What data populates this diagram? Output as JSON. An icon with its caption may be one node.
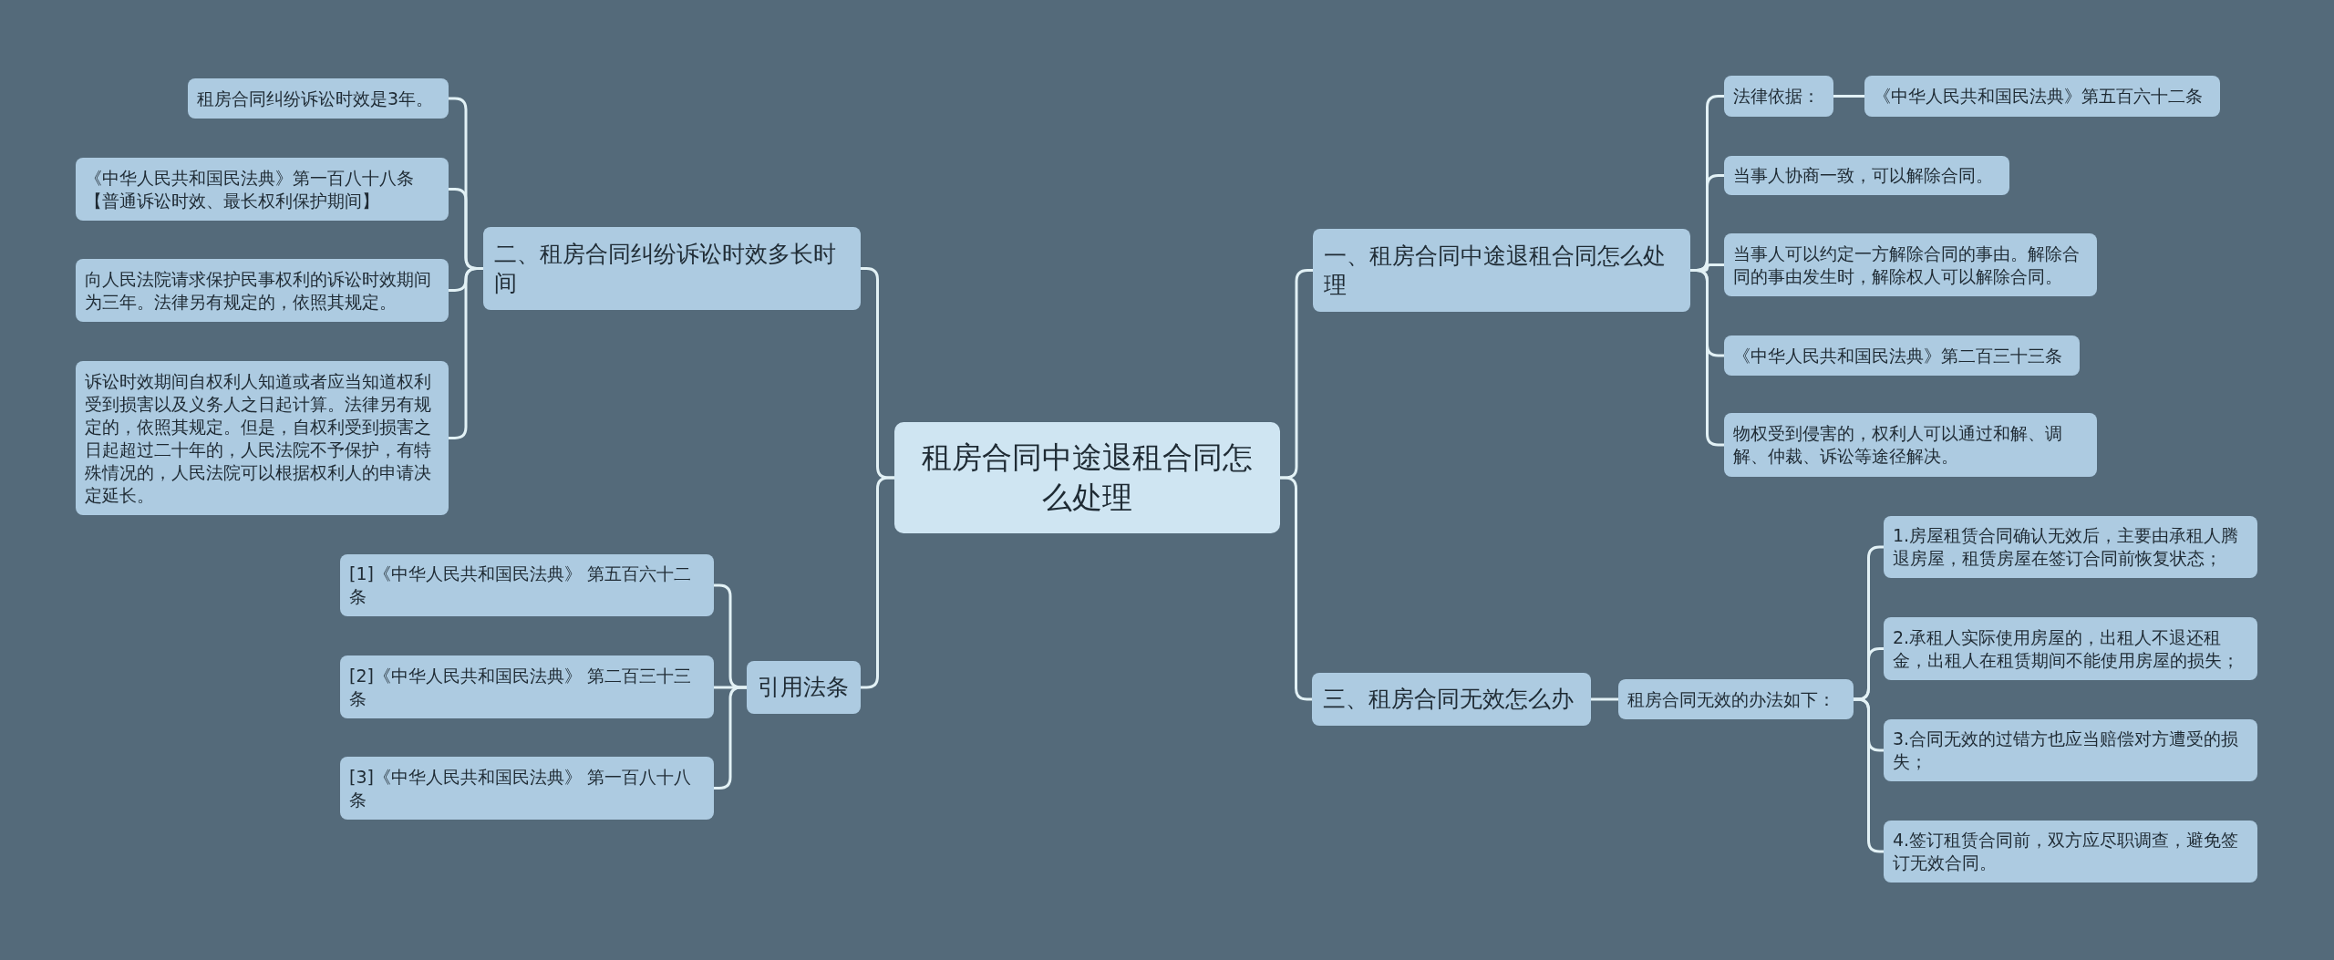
{
  "diagram": {
    "nodes": [
      {
        "text": [
          "租房合同中途退租合同怎么处理"
        ]
      },
      {
        "text": [
          "一、租房合同中途退租合同怎么处理"
        ]
      },
      {
        "text": [
          "法律依据："
        ]
      },
      {
        "text": [
          "《中华人民共和国民法典》第五百六十二条"
        ]
      },
      {
        "text": [
          "当事人协商一致，可以解除合同。"
        ]
      },
      {
        "text": [
          "当事人可以约定一方解除合同的事由。解除合同的事由发生时，解除权人可以解除合同。"
        ]
      },
      {
        "text": [
          "《中华人民共和国民法典》第二百三十三条"
        ]
      },
      {
        "text": [
          "物权受到侵害的，权利人可以通过和解、调解、仲裁、诉讼等途径解决。"
        ]
      },
      {
        "text": [
          "二、租房合同纠纷诉讼时效多长时间"
        ]
      },
      {
        "text": [
          "租房合同纠纷诉讼时效是3年。"
        ]
      },
      {
        "text": [
          "《中华人民共和国民法典》第一百八十八条【普通诉讼时效、最长权利保护期间】"
        ]
      },
      {
        "text": [
          "向人民法院请求保护民事权利的诉讼时效期间为三年。法律另有规定的，依照其规定。"
        ]
      },
      {
        "text": [
          "诉讼时效期间自权利人知道或者应当知道权利受到损害以及义务人之日起计算。法律另有规定的，依照其规定。但是，自权利受到损害之日起超过二十年的，人民法院不予保护，有特殊情况的，人民法院可以根据权利人的申请决定延长。"
        ]
      },
      {
        "text": [
          "三、租房合同无效怎么办"
        ]
      },
      {
        "text": [
          "租房合同无效的办法如下："
        ]
      },
      {
        "text": [
          "1.房屋租赁合同确认无效后，主要由承租人腾退房屋，租赁房屋在签订合同前恢复状态；"
        ]
      },
      {
        "text": [
          "2.承租人实际使用房屋的，出租人不退还租金，出租人在租赁期间不能使用房屋的损失；"
        ]
      },
      {
        "text": [
          "3.合同无效的过错方也应当赔偿对方遭受的损失；"
        ]
      },
      {
        "text": [
          "4.签订租赁合同前，双方应尽职调查，避免签订无效合同。"
        ]
      },
      {
        "text": [
          "引用法条"
        ]
      },
      {
        "text": [
          "[1]《中华人民共和国民法典》 第五百六十二条"
        ]
      },
      {
        "text": [
          "[2]《中华人民共和国民法典》 第二百三十三条"
        ]
      },
      {
        "text": [
          "[3]《中华人民共和国民法典》 第一百八十八条"
        ]
      }
    ],
    "edges": [
      {
        "from": 0,
        "to": 1,
        "arrow": "none"
      },
      {
        "from": 1,
        "to": 2,
        "arrow": "none"
      },
      {
        "from": 2,
        "to": 3,
        "arrow": "none"
      },
      {
        "from": 1,
        "to": 4,
        "arrow": "none"
      },
      {
        "from": 1,
        "to": 5,
        "arrow": "none"
      },
      {
        "from": 1,
        "to": 6,
        "arrow": "none"
      },
      {
        "from": 1,
        "to": 7,
        "arrow": "none"
      },
      {
        "from": 0,
        "to": 8,
        "arrow": "none"
      },
      {
        "from": 8,
        "to": 9,
        "arrow": "none"
      },
      {
        "from": 8,
        "to": 10,
        "arrow": "none"
      },
      {
        "from": 8,
        "to": 11,
        "arrow": "none"
      },
      {
        "from": 8,
        "to": 12,
        "arrow": "none"
      },
      {
        "from": 0,
        "to": 13,
        "arrow": "none"
      },
      {
        "from": 13,
        "to": 14,
        "arrow": "none"
      },
      {
        "from": 14,
        "to": 15,
        "arrow": "none"
      },
      {
        "from": 14,
        "to": 16,
        "arrow": "none"
      },
      {
        "from": 14,
        "to": 17,
        "arrow": "none"
      },
      {
        "from": 14,
        "to": 18,
        "arrow": "none"
      },
      {
        "from": 0,
        "to": 19,
        "arrow": "none"
      },
      {
        "from": 19,
        "to": 20,
        "arrow": "none"
      },
      {
        "from": 19,
        "to": 21,
        "arrow": "none"
      },
      {
        "from": 19,
        "to": 22,
        "arrow": "none"
      }
    ]
  }
}
